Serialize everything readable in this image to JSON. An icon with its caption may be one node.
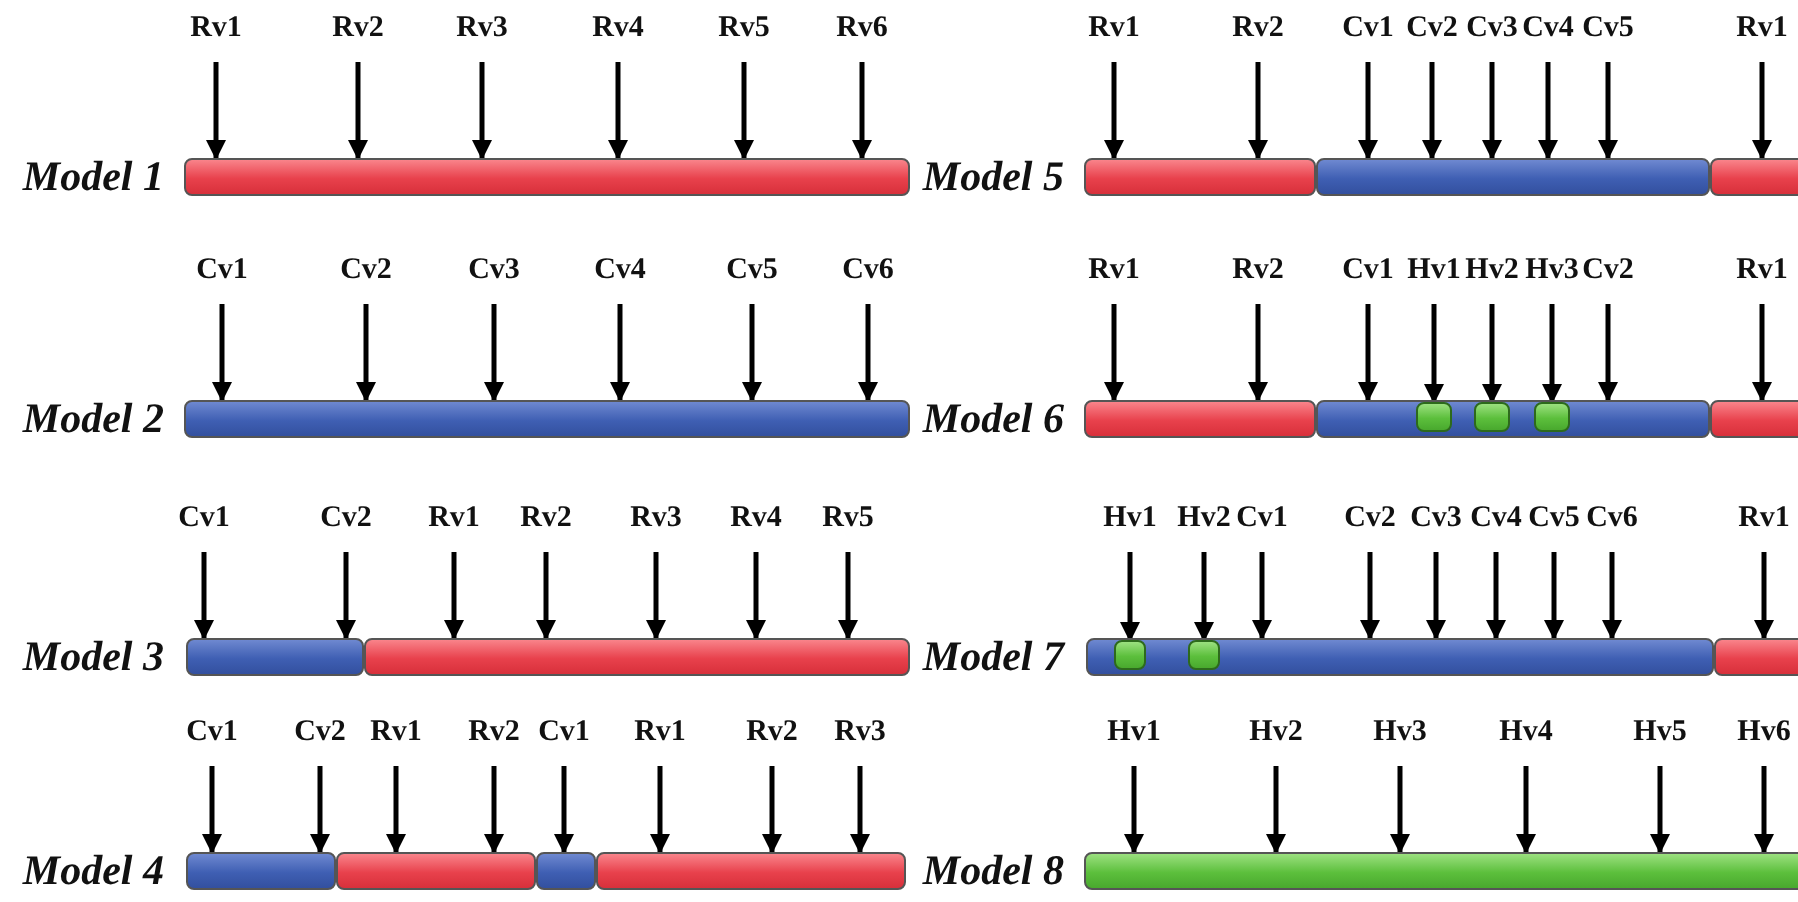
{
  "diagram": {
    "nodes": [
      {
        "text": [
          "Rv1"
        ]
      },
      {
        "text": [
          "Rv2"
        ]
      },
      {
        "text": [
          "Rv3"
        ]
      },
      {
        "text": [
          "Rv4"
        ]
      },
      {
        "text": [
          "Rv5"
        ]
      },
      {
        "text": [
          "Rv6"
        ]
      },
      {
        "text": [],
        "shape": "bar"
      },
      {
        "text": [
          "Cv1"
        ]
      },
      {
        "text": [
          "Cv2"
        ]
      },
      {
        "text": [
          "Cv3"
        ]
      },
      {
        "text": [
          "Cv4"
        ]
      },
      {
        "text": [
          "Cv5"
        ]
      },
      {
        "text": [
          "Cv6"
        ]
      },
      {
        "text": [],
        "shape": "bar"
      },
      {
        "text": [
          "Cv1"
        ]
      },
      {
        "text": [
          "Cv2"
        ]
      },
      {
        "text": [
          "Rv1"
        ]
      },
      {
        "text": [
          "Rv2"
        ]
      },
      {
        "text": [
          "Rv3"
        ]
      },
      {
        "text": [
          "Rv4"
        ]
      },
      {
        "text": [
          "Rv5"
        ]
      },
      {
        "text": [],
        "shape": "bar"
      },
      {
        "text": [],
        "shape": "bar"
      },
      {
        "text": [
          "Cv1"
        ]
      },
      {
        "text": [
          "Cv2"
        ]
      },
      {
        "text": [
          "Rv1"
        ]
      },
      {
        "text": [
          "Rv2"
        ]
      },
      {
        "text": [
          "Cv1"
        ]
      },
      {
        "text": [
          "Rv1"
        ]
      },
      {
        "text": [
          "Rv2"
        ]
      },
      {
        "text": [
          "Rv3"
        ]
      },
      {
        "text": [],
        "shape": "bar"
      },
      {
        "text": [],
        "shape": "bar"
      },
      {
        "text": [],
        "shape": "bar"
      },
      {
        "text": [],
        "shape": "bar"
      },
      {
        "text": [
          "Rv1"
        ]
      },
      {
        "text": [
          "Rv2"
        ]
      },
      {
        "text": [
          "Cv1"
        ]
      },
      {
        "text": [
          "Cv2"
        ]
      },
      {
        "text": [
          "Cv3"
        ]
      },
      {
        "text": [
          "Cv4"
        ]
      },
      {
        "text": [
          "Cv5"
        ]
      },
      {
        "text": [
          "Rv1"
        ]
      },
      {
        "text": [],
        "shape": "bar"
      },
      {
        "text": [],
        "shape": "bar"
      },
      {
        "text": [],
        "shape": "bar"
      },
      {
        "text": [
          "Rv1"
        ]
      },
      {
        "text": [
          "Rv2"
        ]
      },
      {
        "text": [
          "Cv1"
        ]
      },
      {
        "text": [
          "Hv1"
        ]
      },
      {
        "text": [
          "Hv2"
        ]
      },
      {
        "text": [
          "Hv3"
        ]
      },
      {
        "text": [
          "Cv2"
        ]
      },
      {
        "text": [
          "Rv1"
        ]
      },
      {
        "text": [],
        "shape": "bar"
      },
      {
        "text": [],
        "shape": "bar"
      },
      {
        "text": [],
        "shape": "box",
        "in": 55
      },
      {
        "text": [],
        "shape": "box",
        "in": 55
      },
      {
        "text": [],
        "shape": "box",
        "in": 55
      },
      {
        "text": [],
        "shape": "bar"
      },
      {
        "text": [
          "Hv1"
        ]
      },
      {
        "text": [
          "Hv2"
        ]
      },
      {
        "text": [
          "Cv1"
        ]
      },
      {
        "text": [
          "Cv2"
        ]
      },
      {
        "text": [
          "Cv3"
        ]
      },
      {
        "text": [
          "Cv4"
        ]
      },
      {
        "text": [
          "Cv5"
        ]
      },
      {
        "text": [
          "Cv6"
        ]
      },
      {
        "text": [
          "Rv1"
        ]
      },
      {
        "text": [],
        "shape": "bar"
      },
      {
        "text": [],
        "shape": "box",
        "in": 69
      },
      {
        "text": [],
        "shape": "box",
        "in": 69
      },
      {
        "text": [],
        "shape": "bar"
      },
      {
        "text": [
          "Hv1"
        ]
      },
      {
        "text": [
          "Hv2"
        ]
      },
      {
        "text": [
          "Hv3"
        ]
      },
      {
        "text": [
          "Hv4"
        ]
      },
      {
        "text": [
          "Hv5"
        ]
      },
      {
        "text": [
          "Hv6"
        ]
      },
      {
        "text": [],
        "shape": "bar"
      }
    ],
    "edges": [
      {
        "from": 0,
        "to": 6,
        "arrow": "to"
      },
      {
        "from": 1,
        "to": 6,
        "arrow": "to"
      },
      {
        "from": 2,
        "to": 6,
        "arrow": "to"
      },
      {
        "from": 3,
        "to": 6,
        "arrow": "to"
      },
      {
        "from": 4,
        "to": 6,
        "arrow": "to"
      },
      {
        "from": 5,
        "to": 6,
        "arrow": "to"
      },
      {
        "from": 7,
        "to": 13,
        "arrow": "to"
      },
      {
        "from": 8,
        "to": 13,
        "arrow": "to"
      },
      {
        "from": 9,
        "to": 13,
        "arrow": "to"
      },
      {
        "from": 10,
        "to": 13,
        "arrow": "to"
      },
      {
        "from": 11,
        "to": 13,
        "arrow": "to"
      },
      {
        "from": 12,
        "to": 13,
        "arrow": "to"
      },
      {
        "from": 14,
        "to": 21,
        "arrow": "to"
      },
      {
        "from": 15,
        "to": 21,
        "arrow": "to"
      },
      {
        "from": 16,
        "to": 22,
        "arrow": "to"
      },
      {
        "from": 17,
        "to": 22,
        "arrow": "to"
      },
      {
        "from": 18,
        "to": 22,
        "arrow": "to"
      },
      {
        "from": 19,
        "to": 22,
        "arrow": "to"
      },
      {
        "from": 20,
        "to": 22,
        "arrow": "to"
      },
      {
        "from": 23,
        "to": 31,
        "arrow": "to"
      },
      {
        "from": 24,
        "to": 31,
        "arrow": "to"
      },
      {
        "from": 25,
        "to": 32,
        "arrow": "to"
      },
      {
        "from": 26,
        "to": 32,
        "arrow": "to"
      },
      {
        "from": 27,
        "to": 33,
        "arrow": "to"
      },
      {
        "from": 28,
        "to": 34,
        "arrow": "to"
      },
      {
        "from": 29,
        "to": 34,
        "arrow": "to"
      },
      {
        "from": 30,
        "to": 34,
        "arrow": "to"
      },
      {
        "from": 35,
        "to": 43,
        "arrow": "to"
      },
      {
        "from": 36,
        "to": 43,
        "arrow": "to"
      },
      {
        "from": 37,
        "to": 44,
        "arrow": "to"
      },
      {
        "from": 38,
        "to": 44,
        "arrow": "to"
      },
      {
        "from": 39,
        "to": 44,
        "arrow": "to"
      },
      {
        "from": 40,
        "to": 44,
        "arrow": "to"
      },
      {
        "from": 41,
        "to": 44,
        "arrow": "to"
      },
      {
        "from": 42,
        "to": 45,
        "arrow": "to"
      },
      {
        "from": 46,
        "to": 54,
        "arrow": "to"
      },
      {
        "from": 47,
        "to": 54,
        "arrow": "to"
      },
      {
        "from": 48,
        "to": 55,
        "arrow": "to"
      },
      {
        "from": 49,
        "to": 56,
        "arrow": "to"
      },
      {
        "from": 50,
        "to": 57,
        "arrow": "to"
      },
      {
        "from": 51,
        "to": 58,
        "arrow": "to"
      },
      {
        "from": 52,
        "to": 55,
        "arrow": "to"
      },
      {
        "from": 53,
        "to": 59,
        "arrow": "to"
      },
      {
        "from": 60,
        "to": 70,
        "arrow": "to"
      },
      {
        "from": 61,
        "to": 71,
        "arrow": "to"
      },
      {
        "from": 62,
        "to": 69,
        "arrow": "to"
      },
      {
        "from": 63,
        "to": 69,
        "arrow": "to"
      },
      {
        "from": 64,
        "to": 69,
        "arrow": "to"
      },
      {
        "from": 65,
        "to": 69,
        "arrow": "to"
      },
      {
        "from": 66,
        "to": 69,
        "arrow": "to"
      },
      {
        "from": 67,
        "to": 69,
        "arrow": "to"
      },
      {
        "from": 68,
        "to": 72,
        "arrow": "to"
      },
      {
        "from": 73,
        "to": 79,
        "arrow": "to"
      },
      {
        "from": 74,
        "to": 79,
        "arrow": "to"
      },
      {
        "from": 75,
        "to": 79,
        "arrow": "to"
      },
      {
        "from": 76,
        "to": 79,
        "arrow": "to"
      },
      {
        "from": 77,
        "to": 79,
        "arrow": "to"
      },
      {
        "from": 78,
        "to": 79,
        "arrow": "to"
      }
    ],
    "labels": [
      "Model 1",
      "Model 5",
      "Model 2",
      "Model 6",
      "Model 3",
      "Model 7",
      "Model 4",
      "Model 8"
    ]
  }
}
